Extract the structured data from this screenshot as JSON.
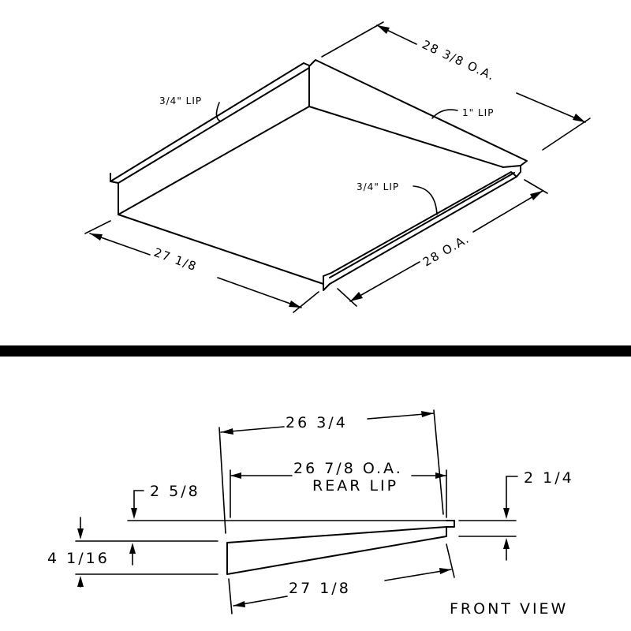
{
  "iso_view": {
    "dim_back_right": "28 3/8 O.A.",
    "lip_back_right": "1\" LIP",
    "lip_back_left": "3/4\" LIP",
    "lip_front": "3/4\" LIP",
    "dim_front_right": "28 O.A.",
    "dim_front_left": "27 1/8"
  },
  "front_view": {
    "title": "FRONT VIEW",
    "dim_top": "26 3/4",
    "dim_rear_lip": "26 7/8 O.A.",
    "rear_lip_label": "REAR LIP",
    "dim_left_lip": "2 5/8",
    "dim_right_lip": "2 1/4",
    "dim_height": "4 1/16",
    "dim_bottom": "27 1/8"
  }
}
